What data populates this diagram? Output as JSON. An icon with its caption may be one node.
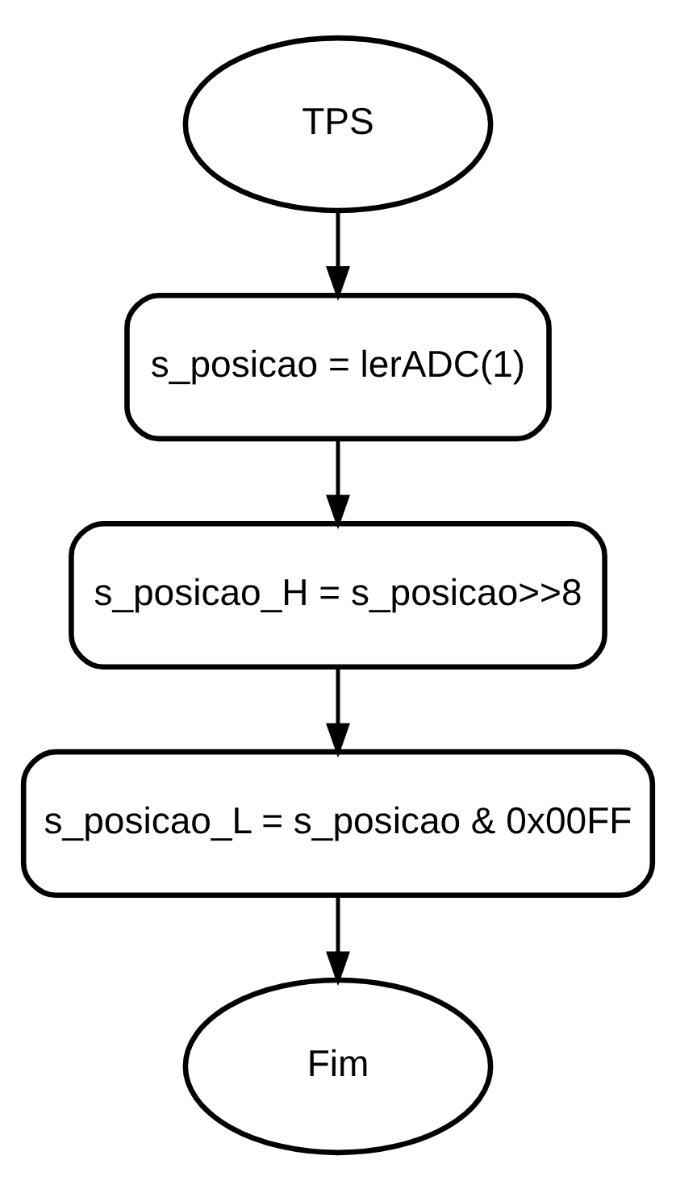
{
  "diagram": {
    "nodes": [
      {
        "text": [
          "TPS"
        ]
      },
      {
        "text": [
          "s_posicao = lerADC(1)"
        ]
      },
      {
        "text": [
          "s_posicao_H = s_posicao>>8"
        ]
      },
      {
        "text": [
          "s_posicao_L = s_posicao & 0x00FF"
        ]
      },
      {
        "text": [
          "Fim"
        ]
      }
    ],
    "edges": [
      {
        "from": 0,
        "to": 1,
        "arrow": "to"
      },
      {
        "from": 1,
        "to": 2,
        "arrow": "to"
      },
      {
        "from": 2,
        "to": 3,
        "arrow": "to"
      },
      {
        "from": 3,
        "to": 4,
        "arrow": "to"
      }
    ]
  }
}
